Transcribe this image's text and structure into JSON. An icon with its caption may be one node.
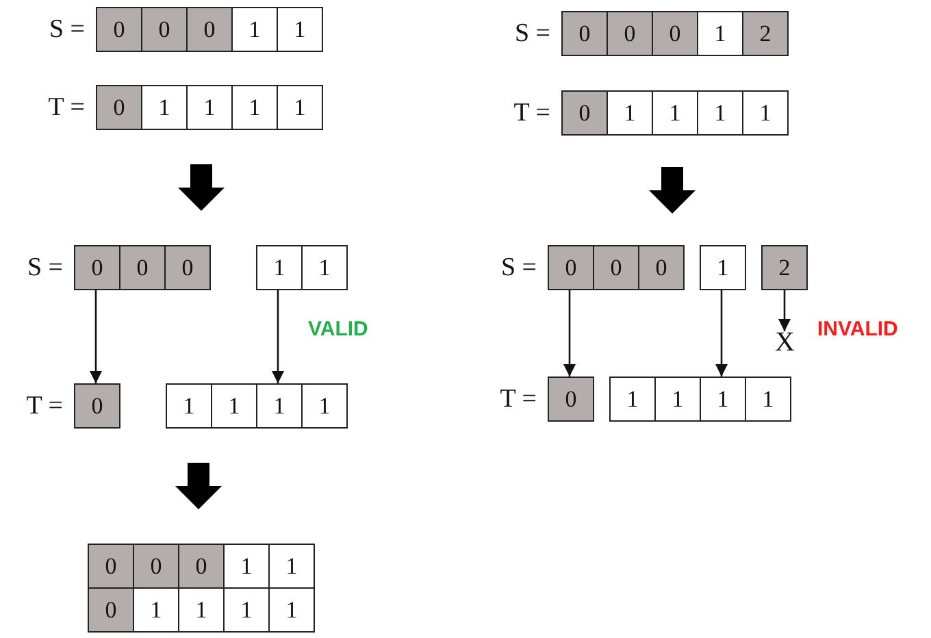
{
  "diagram": {
    "nodes": [
      {
        "text": [
          "0",
          "0",
          "0",
          "1",
          "1"
        ],
        "beside": [
          "S ="
        ]
      },
      {
        "text": [
          "0",
          "1",
          "1",
          "1",
          "1"
        ],
        "beside": [
          "T ="
        ]
      },
      {
        "text": [
          "0",
          "0",
          "0",
          "1",
          "2"
        ],
        "beside": [
          "S ="
        ]
      },
      {
        "text": [
          "0",
          "1",
          "1",
          "1",
          "1"
        ],
        "beside": [
          "T ="
        ]
      },
      {
        "text": [
          "0",
          "0",
          "0"
        ],
        "beside": [
          "S ="
        ]
      },
      {
        "text": [
          "1",
          "1"
        ]
      },
      {
        "text": [
          "0"
        ],
        "beside": [
          "T ="
        ]
      },
      {
        "text": [
          "1",
          "1",
          "1",
          "1"
        ]
      },
      {
        "text": [
          "0",
          "0",
          "0"
        ],
        "beside": [
          "S ="
        ]
      },
      {
        "text": [
          "1"
        ]
      },
      {
        "text": [
          "2"
        ]
      },
      {
        "text": [
          "X"
        ]
      },
      {
        "text": [
          "0"
        ],
        "beside": [
          "T ="
        ]
      },
      {
        "text": [
          "1",
          "1",
          "1",
          "1"
        ]
      },
      {
        "text": [
          "0",
          "0",
          "0",
          "1",
          "1"
        ]
      },
      {
        "text": [
          "0",
          "1",
          "1",
          "1",
          "1"
        ]
      }
    ],
    "edges": [
      {
        "from": 1,
        "to": 4,
        "arrow": "to",
        "style": "thick"
      },
      {
        "from": 3,
        "to": 8,
        "arrow": "to",
        "style": "thick"
      },
      {
        "from": 7,
        "to": 14,
        "arrow": "to",
        "style": "thick"
      },
      {
        "from": 4,
        "to": 6,
        "arrow": "to"
      },
      {
        "from": 5,
        "to": 7,
        "arrow": "to"
      },
      {
        "from": 8,
        "to": 12,
        "arrow": "to"
      },
      {
        "from": 9,
        "to": 13,
        "arrow": "to"
      },
      {
        "from": 10,
        "to": 11,
        "arrow": "to"
      }
    ],
    "labels": [
      "VALID",
      "INVALID"
    ]
  }
}
